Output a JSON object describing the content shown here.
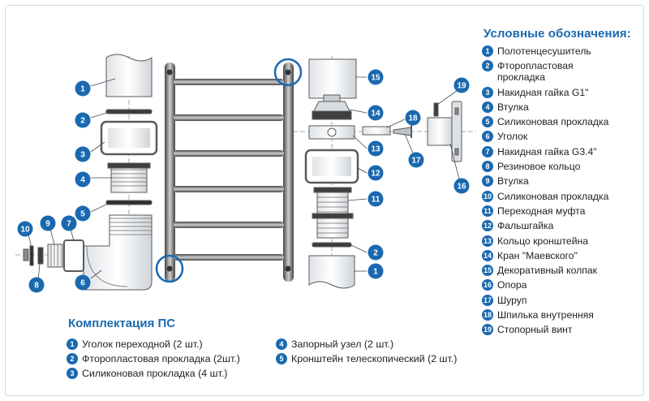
{
  "legend": {
    "title": "Условные обозначения:",
    "items": [
      {
        "n": "1",
        "text": "Полотенцесушитель"
      },
      {
        "n": "2",
        "text": "Фторопластовая прокладка"
      },
      {
        "n": "3",
        "text": "Накидная гайка G1\""
      },
      {
        "n": "4",
        "text": "Втулка"
      },
      {
        "n": "5",
        "text": "Силиконовая прокладка"
      },
      {
        "n": "6",
        "text": "Уголок"
      },
      {
        "n": "7",
        "text": "Накидная гайка G3.4\""
      },
      {
        "n": "8",
        "text": "Резиновое кольцо"
      },
      {
        "n": "9",
        "text": "Втулка"
      },
      {
        "n": "10",
        "text": "Силиконовая прокладка"
      },
      {
        "n": "11",
        "text": "Переходная муфта"
      },
      {
        "n": "12",
        "text": "Фальшгайка"
      },
      {
        "n": "13",
        "text": "Кольцо кронштейна"
      },
      {
        "n": "14",
        "text": "Кран \"Маевского\""
      },
      {
        "n": "15",
        "text": "Декоративный колпак"
      },
      {
        "n": "16",
        "text": "Опора"
      },
      {
        "n": "17",
        "text": "Шуруп"
      },
      {
        "n": "18",
        "text": "Шпилька внутренняя"
      },
      {
        "n": "19",
        "text": "Стопорный винт"
      }
    ]
  },
  "kit": {
    "title": "Комплектация ПС",
    "items": [
      {
        "n": "1",
        "text": "Уголок переходной (2 шт.)"
      },
      {
        "n": "4",
        "text": "Запорный узел (2 шт.)"
      },
      {
        "n": "2",
        "text": "Фторопластовая прокладка (2шт.)"
      },
      {
        "n": "5",
        "text": "Кронштейн телескопический (2 шт.)"
      },
      {
        "n": "3",
        "text": "Силиконовая прокладка (4 шт.)"
      }
    ]
  },
  "callouts": [
    "1",
    "2",
    "3",
    "4",
    "5",
    "6",
    "7",
    "8",
    "9",
    "10",
    "1",
    "2",
    "11",
    "12",
    "13",
    "14",
    "15",
    "16",
    "17",
    "18",
    "19"
  ],
  "colors": {
    "accent": "#1a69b0",
    "line": "#5a5a5a",
    "part_fill": "#eef1f4"
  }
}
